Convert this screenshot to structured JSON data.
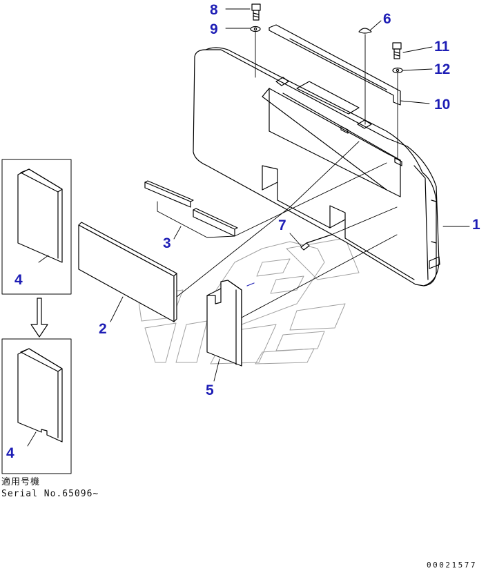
{
  "callouts": {
    "c1": "1",
    "c2": "2",
    "c3": "3",
    "c4a": "4",
    "c4b": "4",
    "c5": "5",
    "c6": "6",
    "c7": "7",
    "c8": "8",
    "c9": "9",
    "c10": "10",
    "c11": "11",
    "c12": "12"
  },
  "serial": {
    "applicable_label": "適用号機",
    "serial_text": "Serial No.65096~"
  },
  "doc_number": "00021577",
  "colors": {
    "callout": "#1d1db5",
    "line": "#000000",
    "watermark": "#9a9a9a"
  }
}
